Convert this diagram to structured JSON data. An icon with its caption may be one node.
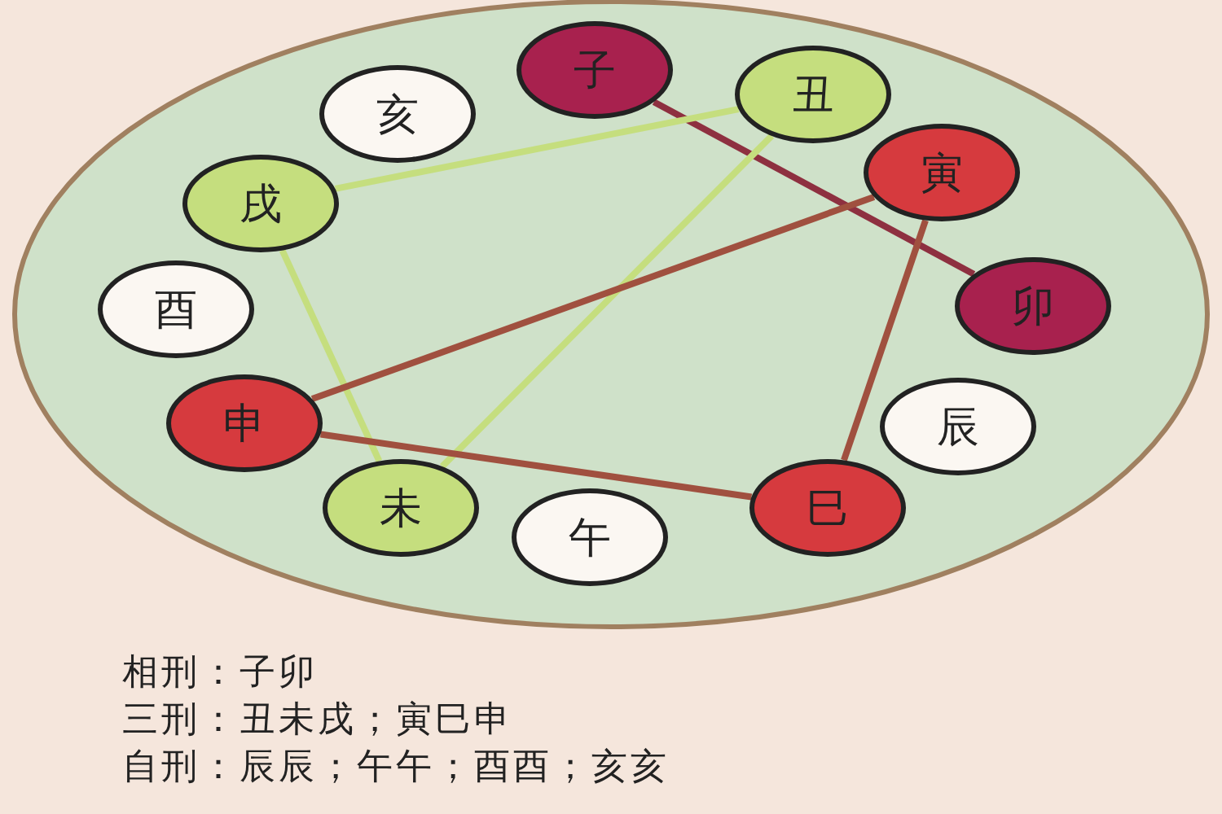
{
  "diagram": {
    "nodes": [
      {
        "text": [
          "子"
        ]
      },
      {
        "text": [
          "丑"
        ]
      },
      {
        "text": [
          "亥"
        ]
      },
      {
        "text": [
          "戌"
        ]
      },
      {
        "text": [
          "寅"
        ]
      },
      {
        "text": [
          "卯"
        ]
      },
      {
        "text": [
          "酉"
        ]
      },
      {
        "text": [
          "申"
        ]
      },
      {
        "text": [
          "辰"
        ]
      },
      {
        "text": [
          "未"
        ]
      },
      {
        "text": [
          "午"
        ]
      },
      {
        "text": [
          "巳"
        ]
      }
    ],
    "edges": [
      {
        "from": 0,
        "to": 5,
        "arrow": "none",
        "color": "#8e3040"
      },
      {
        "from": 3,
        "to": 1,
        "arrow": "none",
        "color": "#c5de7e"
      },
      {
        "from": 1,
        "to": 9,
        "arrow": "none",
        "color": "#c5de7e"
      },
      {
        "from": 3,
        "to": 9,
        "arrow": "none",
        "color": "#c5de7e"
      },
      {
        "from": 4,
        "to": 7,
        "arrow": "none",
        "color": "#a0503f"
      },
      {
        "from": 4,
        "to": 11,
        "arrow": "none",
        "color": "#a0503f"
      },
      {
        "from": 7,
        "to": 11,
        "arrow": "none",
        "color": "#a0503f"
      }
    ],
    "labels": [
      "相刑：子卯",
      "三刑：丑未戌；寅巳申",
      "自刑：辰辰；午午；酉酉；亥亥"
    ]
  }
}
